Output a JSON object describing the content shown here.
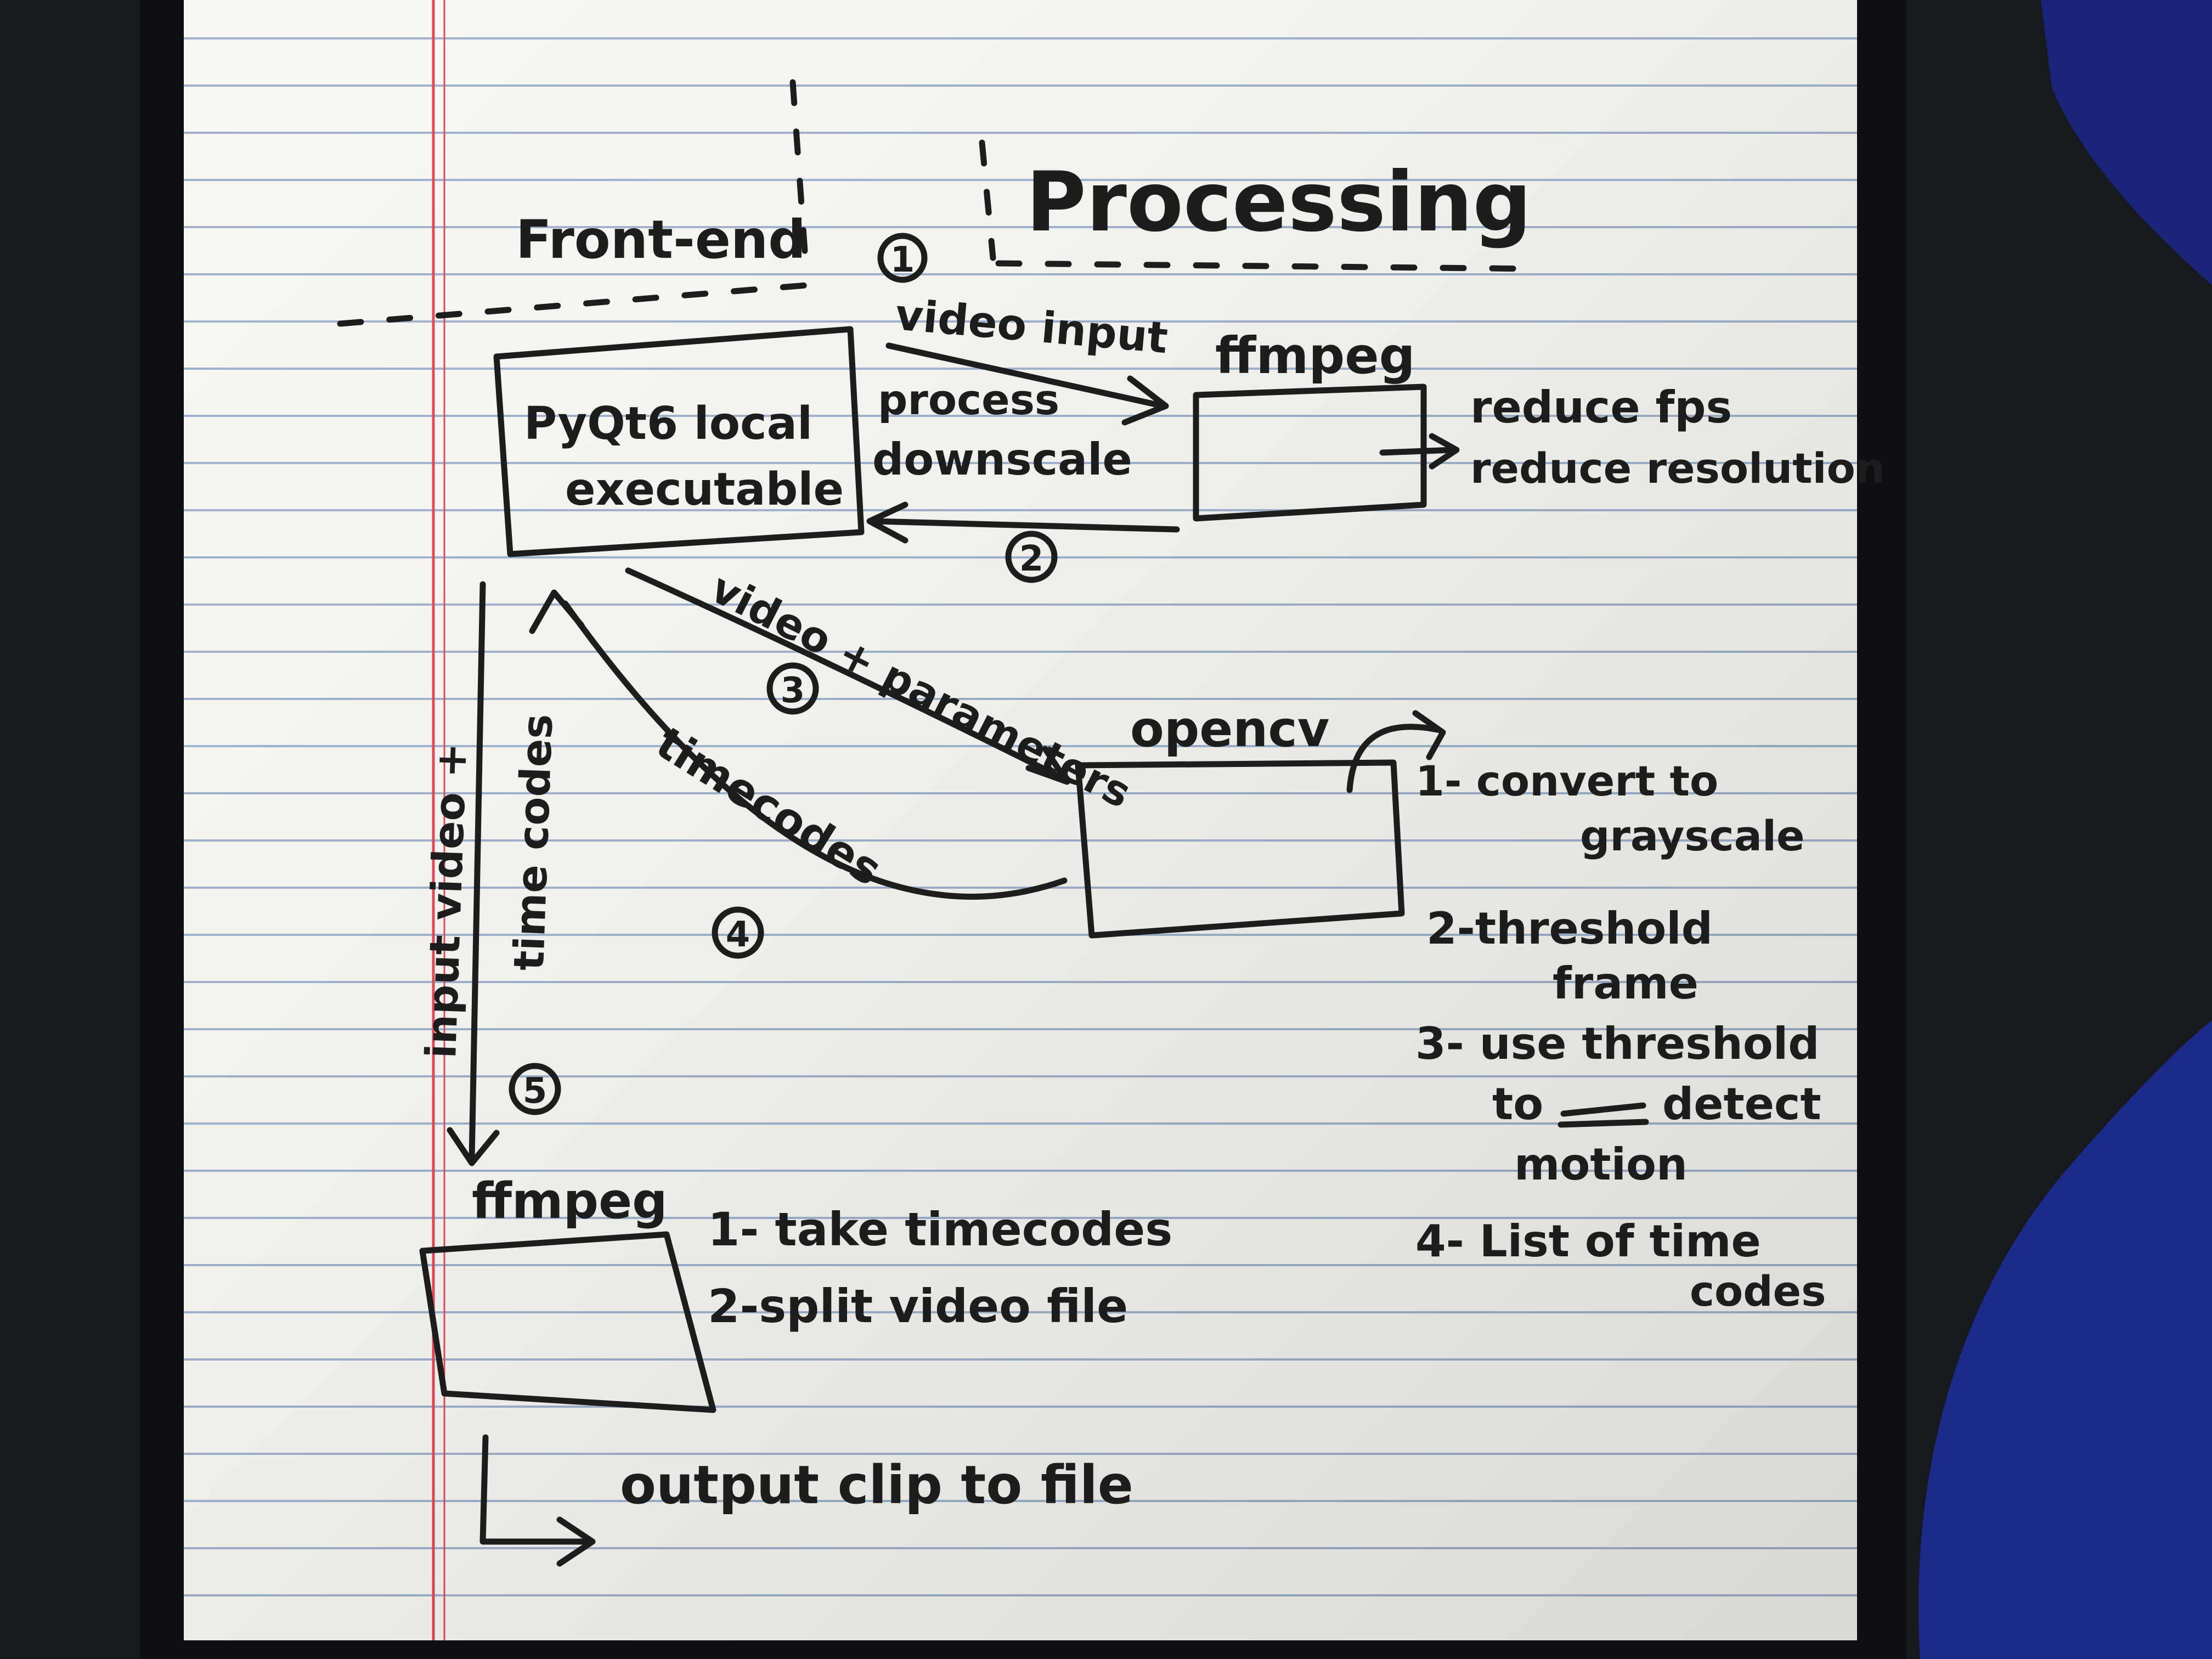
{
  "colors": {
    "paper": "#f7f6f2",
    "rule": "#9fb3cf",
    "margin": "#e04a5a",
    "ink": "#1d1d1d",
    "mat": "#161a1f",
    "fabric": "#1c2a8a"
  },
  "header": {
    "front_end": "Front-end",
    "processing": "Processing"
  },
  "steps": {
    "s1": "1",
    "s2": "2",
    "s3": "3",
    "s4": "4",
    "s5": "5"
  },
  "boxes": {
    "pyqt": {
      "line1": "PyQt6 local",
      "line2": "executable"
    },
    "ffmpeg_top": "ffmpeg",
    "opencv": "opencv",
    "ffmpeg_bottom": "ffmpeg"
  },
  "arrows": {
    "video_input": "video input",
    "process": "process",
    "downscale": "downscale",
    "video_params": "video + parameters",
    "timecodes": "timecodes",
    "input_video": "input video +",
    "time_codes": "time codes"
  },
  "ffmpeg_top_notes": [
    "reduce fps",
    "reduce resolution"
  ],
  "opencv_steps": [
    "1- convert to",
    "grayscale",
    "2-threshold",
    "frame",
    "3- use threshold",
    "to",
    "detect",
    "motion",
    "4- List of time",
    "codes"
  ],
  "ffmpeg_bottom_steps": [
    "1- take timecodes",
    "2-split video file"
  ],
  "output": "output clip to file"
}
